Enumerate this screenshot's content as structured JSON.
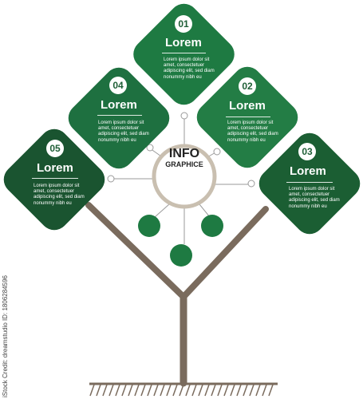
{
  "center": {
    "title": "INFO",
    "subtitle": "GRAPHICE"
  },
  "cards": [
    {
      "num": "01",
      "title": "Lorem",
      "text": "Lorem ipsum dolor sit amet, consectetuer adipiscing elit, sed diam nonummy nibh eu"
    },
    {
      "num": "02",
      "title": "Lorem",
      "text": "Lorem ipsum dolor sit amet, consectetuer adipiscing elit, sed diam nonummy nibh eu"
    },
    {
      "num": "03",
      "title": "Lorem",
      "text": "Lorem ipsum dolor sit amet, consectetuer adipiscing elit, sed diam nonummy nibh eu"
    },
    {
      "num": "04",
      "title": "Lorem",
      "text": "Lorem ipsum dolor sit amet, consectetuer adipiscing elit, sed diam nonummy nibh eu"
    },
    {
      "num": "05",
      "title": "Lorem",
      "text": "Lorem ipsum dolor sit amet, consectetuer adipiscing elit, sed diam nonummy nibh eu"
    }
  ],
  "colors": {
    "card_01": "#1e7a42",
    "card_02": "#237d45",
    "card_03": "#1b5e33",
    "card_04": "#1e7040",
    "card_05": "#1a5430",
    "trunk": "#7a6b5d",
    "dot": "#1e7a42",
    "ring": "#c9bfb0"
  },
  "watermark": "iStock Credit: dreamstudio ID: 1806284596"
}
